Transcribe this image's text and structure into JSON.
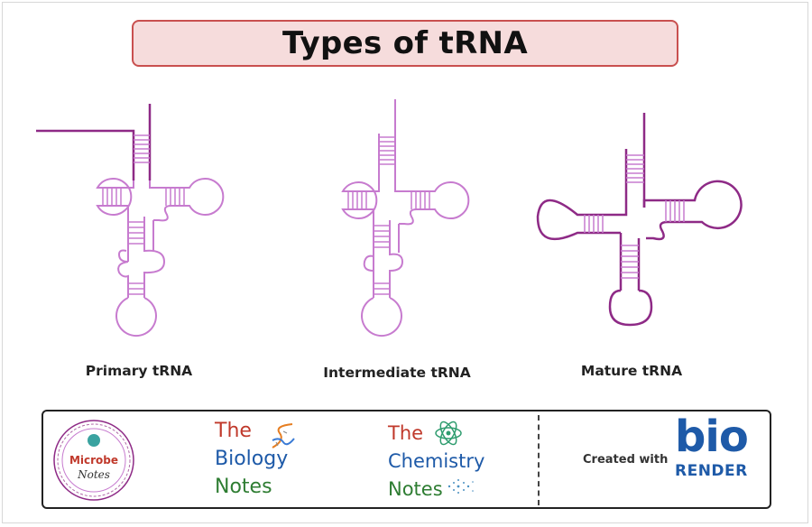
{
  "title": "Types of tRNA",
  "stages": [
    {
      "label": "Primary tRNA"
    },
    {
      "label": "Intermediate tRNA"
    },
    {
      "label": "Mature tRNA"
    }
  ],
  "footer": {
    "microbe_notes": {
      "line1": "Microbe",
      "line2": "Notes"
    },
    "biology_notes": {
      "line1": "The",
      "line2": "Biology",
      "line3": "Notes"
    },
    "chemistry_notes": {
      "line1": "The",
      "line2": "Chemistry",
      "line3": "Notes"
    },
    "created_with": "Created with",
    "biorender": {
      "bio": "bio",
      "render": "RENDER"
    }
  },
  "colors": {
    "rna_strand": "#c77bcf",
    "mature_strand": "#8e2a86",
    "title_bg": "#f6dcdc",
    "title_border": "#c9504f",
    "biorender_blue": "#1e5aa8"
  }
}
